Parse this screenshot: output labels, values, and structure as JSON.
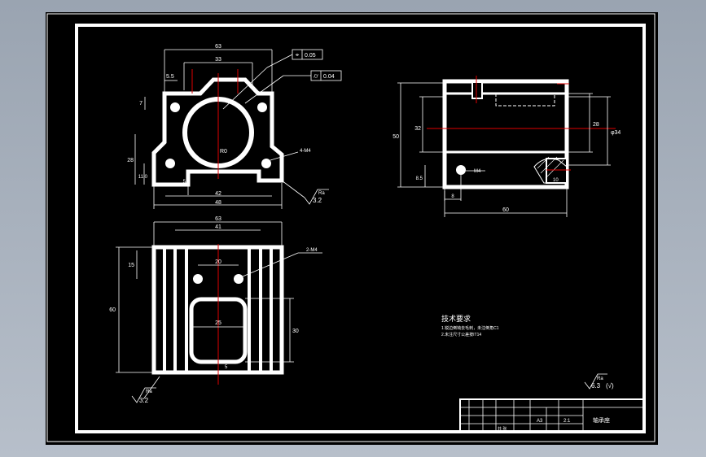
{
  "drawing": {
    "dims": {
      "top_width": "63",
      "top_inner": "33",
      "top_left": "5.5",
      "top_left_v": "7",
      "left_height": "28",
      "foot_height": "11.0",
      "slot_depth": "5",
      "base_inner": "42",
      "base_width": "48",
      "bore_radius": "R0",
      "holes": "4-M4",
      "plan_width": "63",
      "plan_inner": "41",
      "plan_hole_spacing": "20",
      "plan_v_offset": "15",
      "plan_height": "60",
      "pocket_width": "25",
      "pocket_height": "30",
      "plan_holes": "2-M4",
      "pocket_mark": "5",
      "side_height": "50",
      "side_inner": "32",
      "side_right": "28",
      "side_dia": "φ34",
      "side_thread": "M4",
      "side_left_small": "8.5",
      "side_tap": "10",
      "side_bottom_small": "8",
      "side_length": "60"
    },
    "tolerances": {
      "position": {
        "symbol": "⌖",
        "value": "0.05"
      },
      "cylindricity": {
        "symbol": "⌭",
        "value": "0.04"
      }
    },
    "roughness": {
      "label_a": "Ra",
      "value_a": "3.2",
      "label_b": "Ra",
      "value_b": "3.2",
      "general_label": "Ra",
      "general_value": "6.3",
      "general_suffix": "(√)"
    },
    "notes": {
      "heading": "技术要求",
      "line1": "1.锐边倒钝去毛刺，未注倒角C1",
      "line2": "2.未注尺寸公差按IT14"
    },
    "title_block": {
      "name": "轴承座",
      "scale": "2:1",
      "sheet": "共 张",
      "mark": "A3"
    },
    "colors": {
      "background": "#000000",
      "lines": "#ffffff",
      "centerline": "#e00000"
    }
  }
}
